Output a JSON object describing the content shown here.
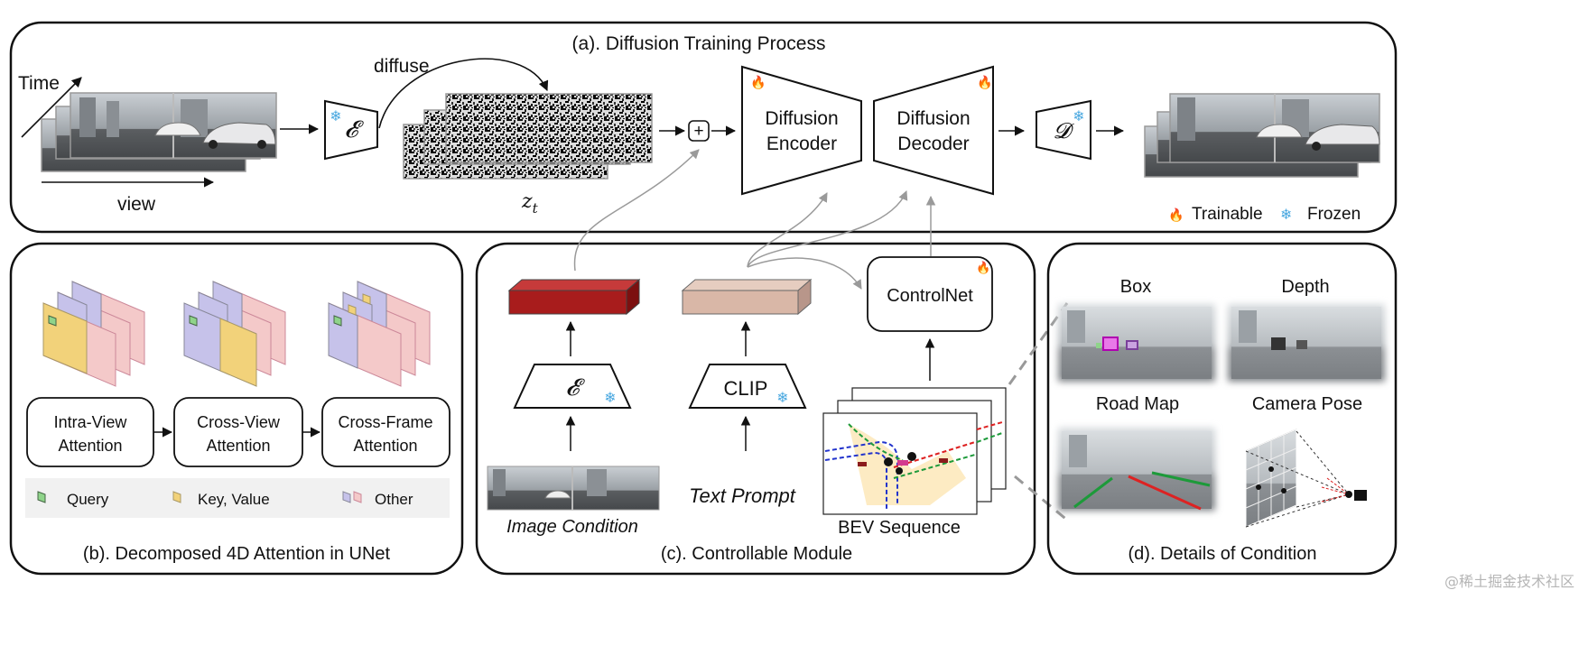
{
  "panel_a": {
    "title": "(a). Diffusion Training Process",
    "time_label": "Time",
    "view_label": "view",
    "diffuse_label": "diffuse",
    "encoder_symbol": "𝓔",
    "latent_label": "z",
    "latent_subscript": "t",
    "plus_symbol": "+",
    "diffusion_encoder": [
      "Diffusion",
      "Encoder"
    ],
    "diffusion_decoder": [
      "Diffusion",
      "Decoder"
    ],
    "decoder_symbol": "𝓓",
    "legend_trainable": "Trainable",
    "legend_frozen": "Frozen"
  },
  "panel_b": {
    "title": "(b). Decomposed 4D Attention in UNet",
    "intra_view": [
      "Intra-View",
      "Attention"
    ],
    "cross_view": [
      "Cross-View",
      "Attention"
    ],
    "cross_frame": [
      "Cross-Frame",
      "Attention"
    ],
    "legend_query": "Query",
    "legend_kv": "Key, Value",
    "legend_other": "Other"
  },
  "panel_c": {
    "title": "(c). Controllable Module",
    "encoder_symbol": "𝓔",
    "clip_label": "CLIP",
    "controlnet_label": "ControlNet",
    "image_condition": "Image Condition",
    "text_prompt": "Text Prompt",
    "bev_sequence": "BEV Sequence"
  },
  "panel_d": {
    "title": "(d). Details of Condition",
    "box_label": "Box",
    "depth_label": "Depth",
    "road_map_label": "Road Map",
    "camera_pose_label": "Camera Pose"
  },
  "watermark": "@稀土掘金技术社区",
  "colors": {
    "image_embed": "#a81c1c",
    "text_embed": "#d9b7a7",
    "query": "#8fd48a",
    "key_value": "#f2d27a",
    "other_purple": "#c6c2ea",
    "other_pink": "#f4c9c9",
    "frozen": "#4aa8e0",
    "trainable": "#f06a2a"
  }
}
